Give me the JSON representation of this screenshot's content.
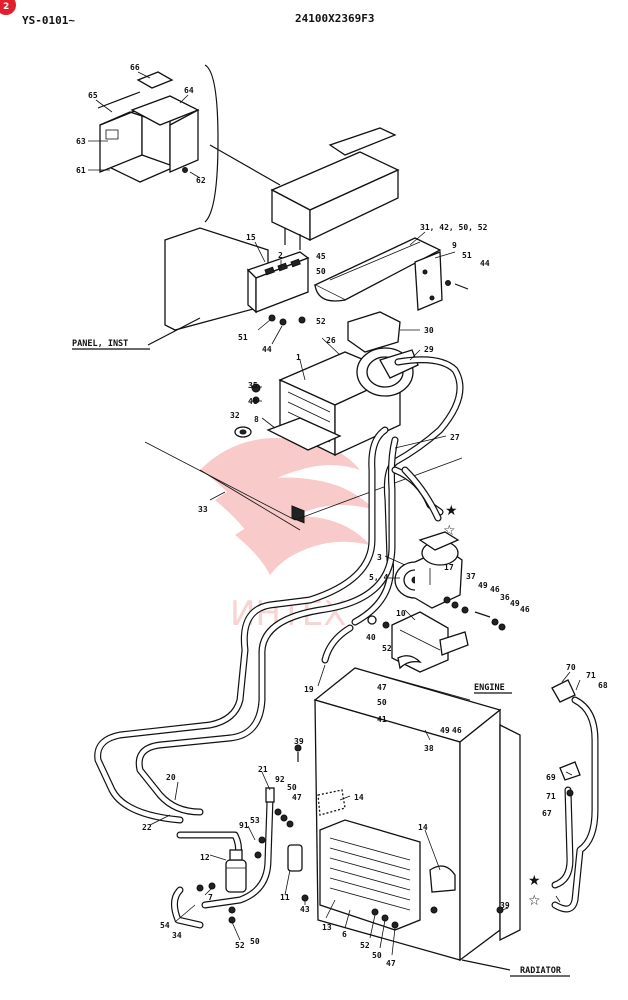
{
  "header": {
    "serial": "YS-0101~",
    "part_no": "24100X2369F3",
    "corner_badge": "2",
    "watermark": "ИНТЕХ"
  },
  "section_labels": {
    "panel": "PANEL, INST",
    "engine": "ENGINE",
    "radiator": "RADIATOR"
  },
  "callouts": [
    "65",
    "66",
    "64",
    "63",
    "61",
    "62",
    "15",
    "2",
    "45",
    "50",
    "52",
    "51",
    "44",
    "31, 42, 50, 52",
    "9",
    "51",
    "44",
    "30",
    "26",
    "1",
    "29",
    "35",
    "48",
    "32",
    "8",
    "27",
    "33",
    "3",
    "17",
    "5, 4",
    "37",
    "49",
    "46",
    "36",
    "49",
    "46",
    "10",
    "40",
    "52",
    "19",
    "70",
    "71",
    "68",
    "47",
    "50",
    "41",
    "38",
    "49",
    "46",
    "39",
    "20",
    "21",
    "92",
    "50",
    "47",
    "14",
    "22",
    "91",
    "53",
    "12",
    "7",
    "54",
    "34",
    "52",
    "50",
    "11",
    "43",
    "13",
    "6",
    "14",
    "52",
    "50",
    "47",
    "39",
    "69",
    "71",
    "67"
  ],
  "colors": {
    "ink": "#111111",
    "watermark": "#f08c8c",
    "badge": "#e0202c"
  }
}
